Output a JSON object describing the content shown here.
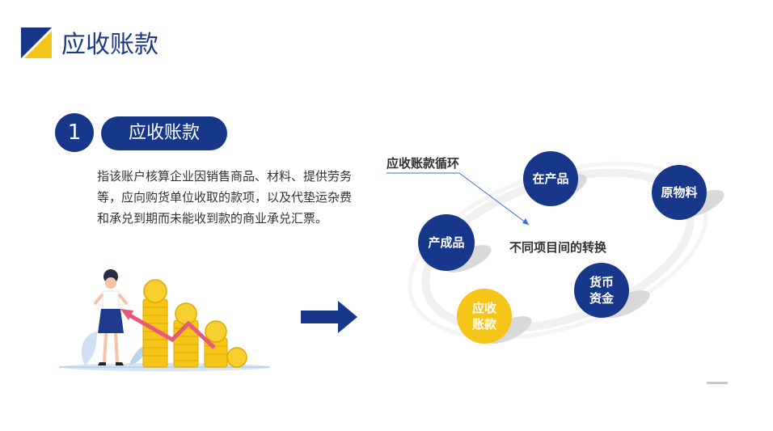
{
  "header": {
    "title": "应收账款"
  },
  "section": {
    "number": "1",
    "title": "应收账款",
    "description": "指该账户核算企业因销售商品、材料、提供劳务等，应向购货单位收取的款项，以及代垫运杂费和承兑到期而未能收到款的商业承兑汇票。"
  },
  "cycle": {
    "label": "应收账款循环",
    "center_label": "不同项目间的转换",
    "nodes": {
      "zaichanpin": "在产品",
      "yuanwuliao": "原物料",
      "chanchengpin": "产成品",
      "huobi_line1": "货币",
      "huobi_line2": "资金",
      "yingshou_line1": "应收",
      "yingshou_line2": "账款"
    }
  },
  "colors": {
    "primary": "#17378b",
    "accent": "#f5c518"
  }
}
